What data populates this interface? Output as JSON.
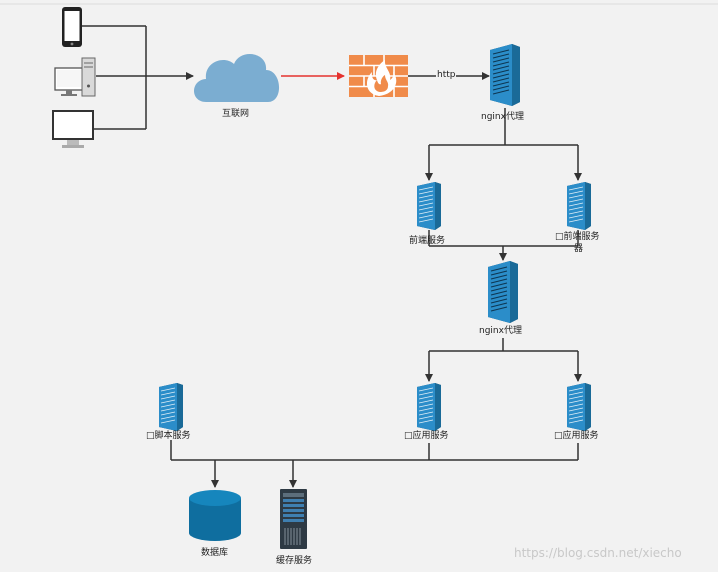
{
  "labels": {
    "internet": "互联网",
    "http": "http",
    "nginx_proxy_top": "nginx代理",
    "frontend_service_left": "前端服务",
    "frontend_service_right_line1": "□前端服务",
    "frontend_service_right_line2": "器",
    "nginx_proxy_mid": "nginx代理",
    "script_service": "□脚本服务",
    "app_service_mid": "□应用服务",
    "app_service_right": "□应用服务",
    "database": "数据库",
    "cache_service": "缓存服务"
  },
  "watermark": "https://blog.csdn.net/xiecho",
  "colors": {
    "background": "#f2f2f2",
    "connector": "#333333",
    "red_link": "#e5322e",
    "server_blue": "#2b8dc9",
    "server_dark": "#14506f",
    "cloud": "#7badd1",
    "firewall_brick": "#f08b4a",
    "firewall_flame": "#ffffff",
    "database": "#0f6e9f",
    "cache_server": "#2e3a44"
  }
}
